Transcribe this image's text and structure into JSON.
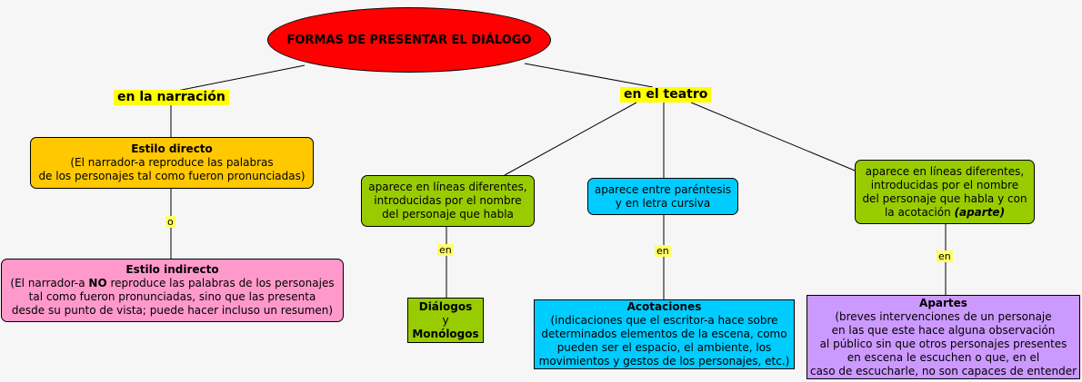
{
  "root": {
    "label": "FORMAS DE PRESENTAR EL DIÁLOGO"
  },
  "branches": {
    "narracion": "en la narración",
    "teatro": "en el teatro"
  },
  "estilo_directo": {
    "title": "Estilo directo",
    "line1": "(El narrador-a reproduce las palabras",
    "line2": "de los personajes tal como fueron pronunciadas)"
  },
  "conn_o": "o",
  "estilo_indirecto": {
    "title": "Estilo indirecto",
    "line1_pre": "(El narrador-a ",
    "line1_bold": "NO",
    "line1_post": " reproduce las palabras de los personajes",
    "line2": "tal como fueron pronunciadas, sino que las presenta",
    "line3": "desde su punto de vista; puede hacer incluso un resumen)"
  },
  "teatro_lineas": {
    "line1": "aparece en líneas diferentes,",
    "line2": "introducidas por el nombre",
    "line3": "del personaje que habla"
  },
  "teatro_parentesis": {
    "line1": "aparece entre paréntesis",
    "line2": "y en letra cursiva"
  },
  "teatro_acotacion": {
    "line1": "aparece en líneas diferentes,",
    "line2": "introducidas por el nombre",
    "line3": "del personaje que habla y con",
    "line4_pre": "la acotación ",
    "line4_bold": "(aparte)"
  },
  "conn_en": "en",
  "dialogos": {
    "line1": "Diálogos",
    "line2": "y",
    "line3": "Monólogos"
  },
  "acotaciones": {
    "title": "Acotaciones",
    "line1": "(indicaciones que el escritor-a hace sobre",
    "line2": "determinados elementos de la escena, como",
    "line3": "pueden ser el espacio, el ambiente, los",
    "line4": "movimientos y gestos de los personajes, etc.)"
  },
  "apartes": {
    "title": "Apartes",
    "line1": "(breves intervenciones de un personaje",
    "line2": "en las que este hace alguna observación",
    "line3": "al público sin que otros personajes presentes",
    "line4": "en escena le escuchen o que, en el",
    "line5": "caso de escucharle, no son capaces de entender"
  },
  "colors": {
    "root": "#ff0000",
    "highlight": "#ffff00",
    "estilo_directo": "#ffc800",
    "estilo_indirecto": "#ff99cc",
    "green": "#99cc00",
    "cyan": "#00ccff",
    "purple": "#cc99ff"
  }
}
